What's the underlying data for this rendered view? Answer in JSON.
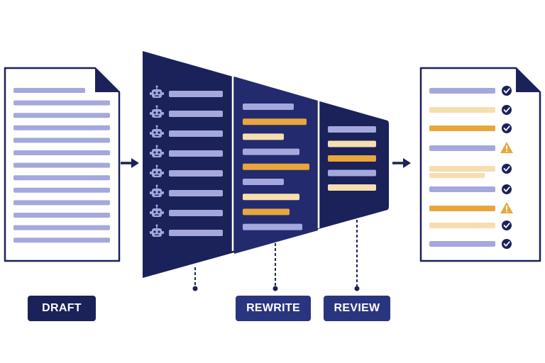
{
  "labels": {
    "draft": "DRAFT",
    "rewrite": "REWRITE",
    "review": "REVIEW"
  },
  "colors": {
    "navy": "#1b2159",
    "navy_mid": "#2a3580",
    "navy_light": "#232b6e",
    "lavender": "#a4a8dc",
    "orange": "#e8a63c",
    "cream": "#f6deb0",
    "white": "#ffffff"
  },
  "draft_document": {
    "line_count": 13
  },
  "agent_rows": {
    "count": 8,
    "icon": "robot-icon"
  },
  "rewrite_lines": [
    "lavender",
    "orange",
    "cream",
    "lavender",
    "orange",
    "lavender",
    "cream",
    "orange",
    "lavender"
  ],
  "review_lines": [
    "lavender",
    "cream",
    "orange",
    "lavender",
    "cream"
  ],
  "output_items": [
    {
      "color": "lavender",
      "status": "check"
    },
    {
      "color": "cream",
      "status": "check"
    },
    {
      "color": "orange",
      "status": "check"
    },
    {
      "color": "lavender",
      "status": "warning"
    },
    {
      "color": "cream",
      "status": "check"
    },
    {
      "color": "lavender",
      "status": "check"
    },
    {
      "color": "orange",
      "status": "warning"
    },
    {
      "color": "cream",
      "status": "check"
    },
    {
      "color": "lavender",
      "status": "check"
    }
  ]
}
